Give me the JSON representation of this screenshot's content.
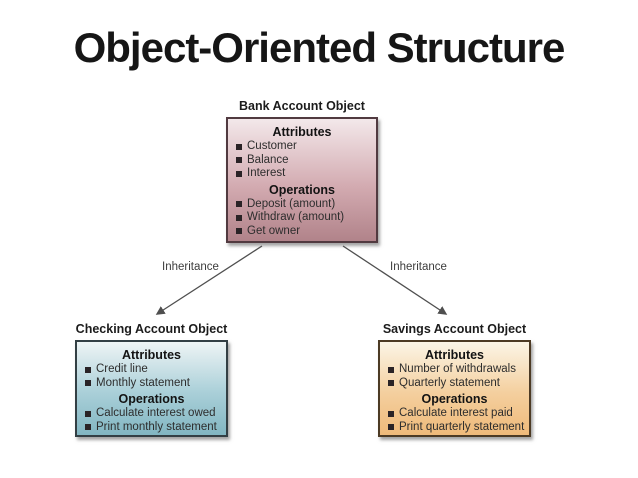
{
  "slide": {
    "title": "Object-Oriented Structure"
  },
  "diagram": {
    "bank": {
      "title": "Bank Account Object",
      "attributes_heading": "Attributes",
      "attributes": [
        "Customer",
        "Balance",
        "Interest"
      ],
      "operations_heading": "Operations",
      "operations": [
        "Deposit (amount)",
        "Withdraw (amount)",
        "Get owner"
      ]
    },
    "checking": {
      "title": "Checking Account Object",
      "attributes_heading": "Attributes",
      "attributes": [
        "Credit line",
        "Monthly statement"
      ],
      "operations_heading": "Operations",
      "operations": [
        "Calculate interest owed",
        "Print monthly statement"
      ]
    },
    "savings": {
      "title": "Savings Account Object",
      "attributes_heading": "Attributes",
      "attributes": [
        "Number of withdrawals",
        "Quarterly statement"
      ],
      "operations_heading": "Operations",
      "operations": [
        "Calculate interest paid",
        "Print quarterly statement"
      ]
    },
    "edges": {
      "left_label": "Inheritance",
      "right_label": "Inheritance"
    },
    "colors": {
      "bank_gradient_top": "#f3e8ea",
      "bank_gradient_bottom": "#b1838a",
      "bank_border": "#513a40",
      "checking_gradient_top": "#eef4f5",
      "checking_gradient_bottom": "#82b6c2",
      "checking_border": "#333f44",
      "savings_gradient_top": "#fbf5e6",
      "savings_gradient_bottom": "#efba7a",
      "savings_border": "#4c3a24",
      "arrow": "#4f4f4f"
    }
  }
}
